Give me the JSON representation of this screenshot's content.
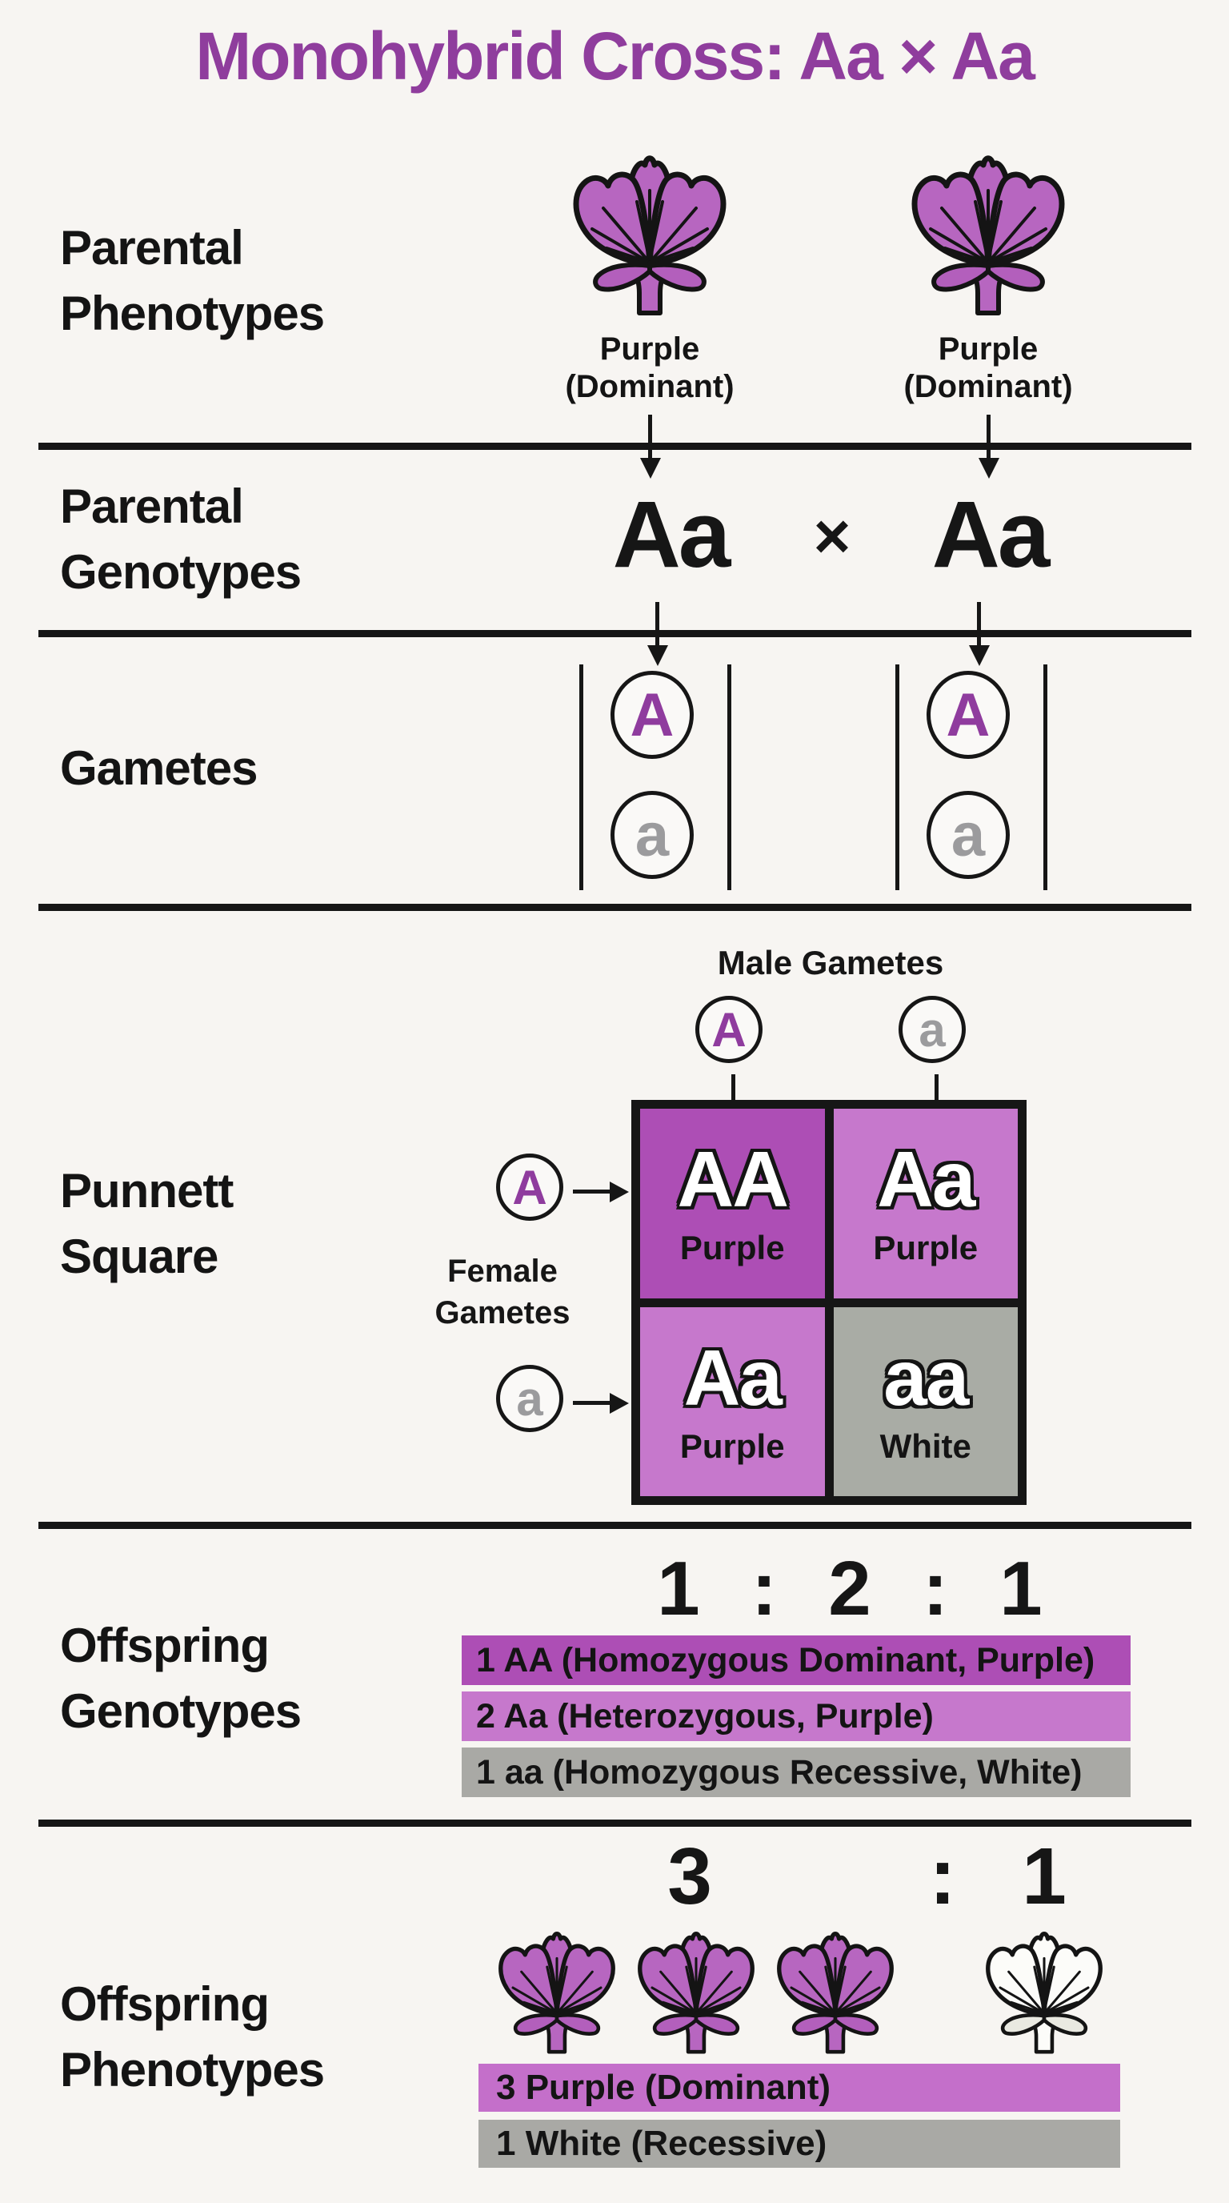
{
  "title": "Monohybrid Cross: Aa × Aa",
  "colors": {
    "background": "#f7f5f2",
    "ink": "#161616",
    "title_purple": "#8f3d9d",
    "flower_petal_purple": "#b766c0",
    "dominant_allele_purple": "#8f3c9e",
    "recessive_allele_gray": "#9b9b9d",
    "homozygous_dominant_fill": "#ad4eb5",
    "heterozygous_fill": "#c678cc",
    "recessive_fill": "#a9a9a5",
    "phenotype_bar_purple": "#c46fca"
  },
  "parental_phenotypes": {
    "label": [
      "Parental",
      "Phenotypes"
    ],
    "parents": [
      {
        "phenotype": "Purple",
        "dominance": "(Dominant)"
      },
      {
        "phenotype": "Purple",
        "dominance": "(Dominant)"
      }
    ]
  },
  "parental_genotypes": {
    "label": [
      "Parental",
      "Genotypes"
    ],
    "left": "Aa",
    "cross": "×",
    "right": "Aa"
  },
  "gametes": {
    "label": "Gametes",
    "groups": [
      {
        "alleles": [
          "A",
          "a"
        ]
      },
      {
        "alleles": [
          "A",
          "a"
        ]
      }
    ]
  },
  "punnett": {
    "label": [
      "Punnett",
      "Square"
    ],
    "male_label": "Male Gametes",
    "female_label": [
      "Female",
      "Gametes"
    ],
    "male_alleles": [
      "A",
      "a"
    ],
    "female_alleles": [
      "A",
      "a"
    ],
    "cells": [
      {
        "genotype": "AA",
        "phenotype": "Purple"
      },
      {
        "genotype": "Aa",
        "phenotype": "Purple"
      },
      {
        "genotype": "Aa",
        "phenotype": "Purple"
      },
      {
        "genotype": "aa",
        "phenotype": "White"
      }
    ]
  },
  "offspring_genotypes": {
    "label": [
      "Offspring",
      "Genotypes"
    ],
    "ratio": [
      "1",
      ":",
      "2",
      ":",
      "1"
    ],
    "bars": [
      {
        "text": "1 AA (Homozygous Dominant, Purple)",
        "color": "#ad4eb5"
      },
      {
        "text": "2 Aa (Heterozygous, Purple)",
        "color": "#c678cc"
      },
      {
        "text": "1 aa (Homozygous Recessive, White)",
        "color": "#a9a9a5"
      }
    ]
  },
  "offspring_phenotypes": {
    "label": [
      "Offspring",
      "Phenotypes"
    ],
    "ratio": [
      "3",
      ":",
      "1"
    ],
    "flowers": [
      "purple",
      "purple",
      "purple",
      "white"
    ],
    "bars": [
      {
        "text": "3 Purple (Dominant)",
        "color": "#c46fca"
      },
      {
        "text": "1 White (Recessive)",
        "color": "#a9a9a5"
      }
    ]
  }
}
